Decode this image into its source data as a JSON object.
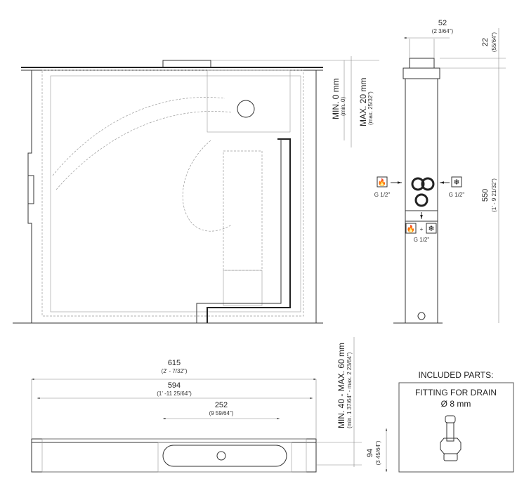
{
  "front_view": {
    "min_label": "MIN. 0 mm",
    "min_sub": "(min. 0)",
    "max_label": "MAX. 20 mm",
    "max_sub": "(max. 25/32\")"
  },
  "side_view": {
    "width_label": "52",
    "width_sub": "(2 3/64\")",
    "top_label": "22",
    "top_sub": "(55/64\")",
    "height_label": "550",
    "height_sub": "(1' - 9 21/32\")",
    "hot_inlet_label": "G 1/2\"",
    "cold_inlet_label": "G 1/2\"",
    "outlet_label": "G 1/2\"",
    "plus": "+",
    "icons": [
      "flame-icon",
      "snowflake-icon"
    ]
  },
  "plan_view": {
    "overall_label": "615",
    "overall_sub": "(2' - 7/32\")",
    "inner_label": "594",
    "inner_sub": "(1' -11 25/64\")",
    "cover_label": "252",
    "cover_sub": "(9 59/64\")",
    "depth_label": "MIN. 40 - MAX. 60 mm",
    "depth_sub": "(min. 1 37/64\" - max. 2 23/64\")",
    "height_label": "94",
    "height_sub": "(3 45/64\")"
  },
  "included_parts": {
    "heading": "INCLUDED PARTS:",
    "item_name": "FITTING FOR DRAIN",
    "item_size": "Ø 8 mm"
  }
}
